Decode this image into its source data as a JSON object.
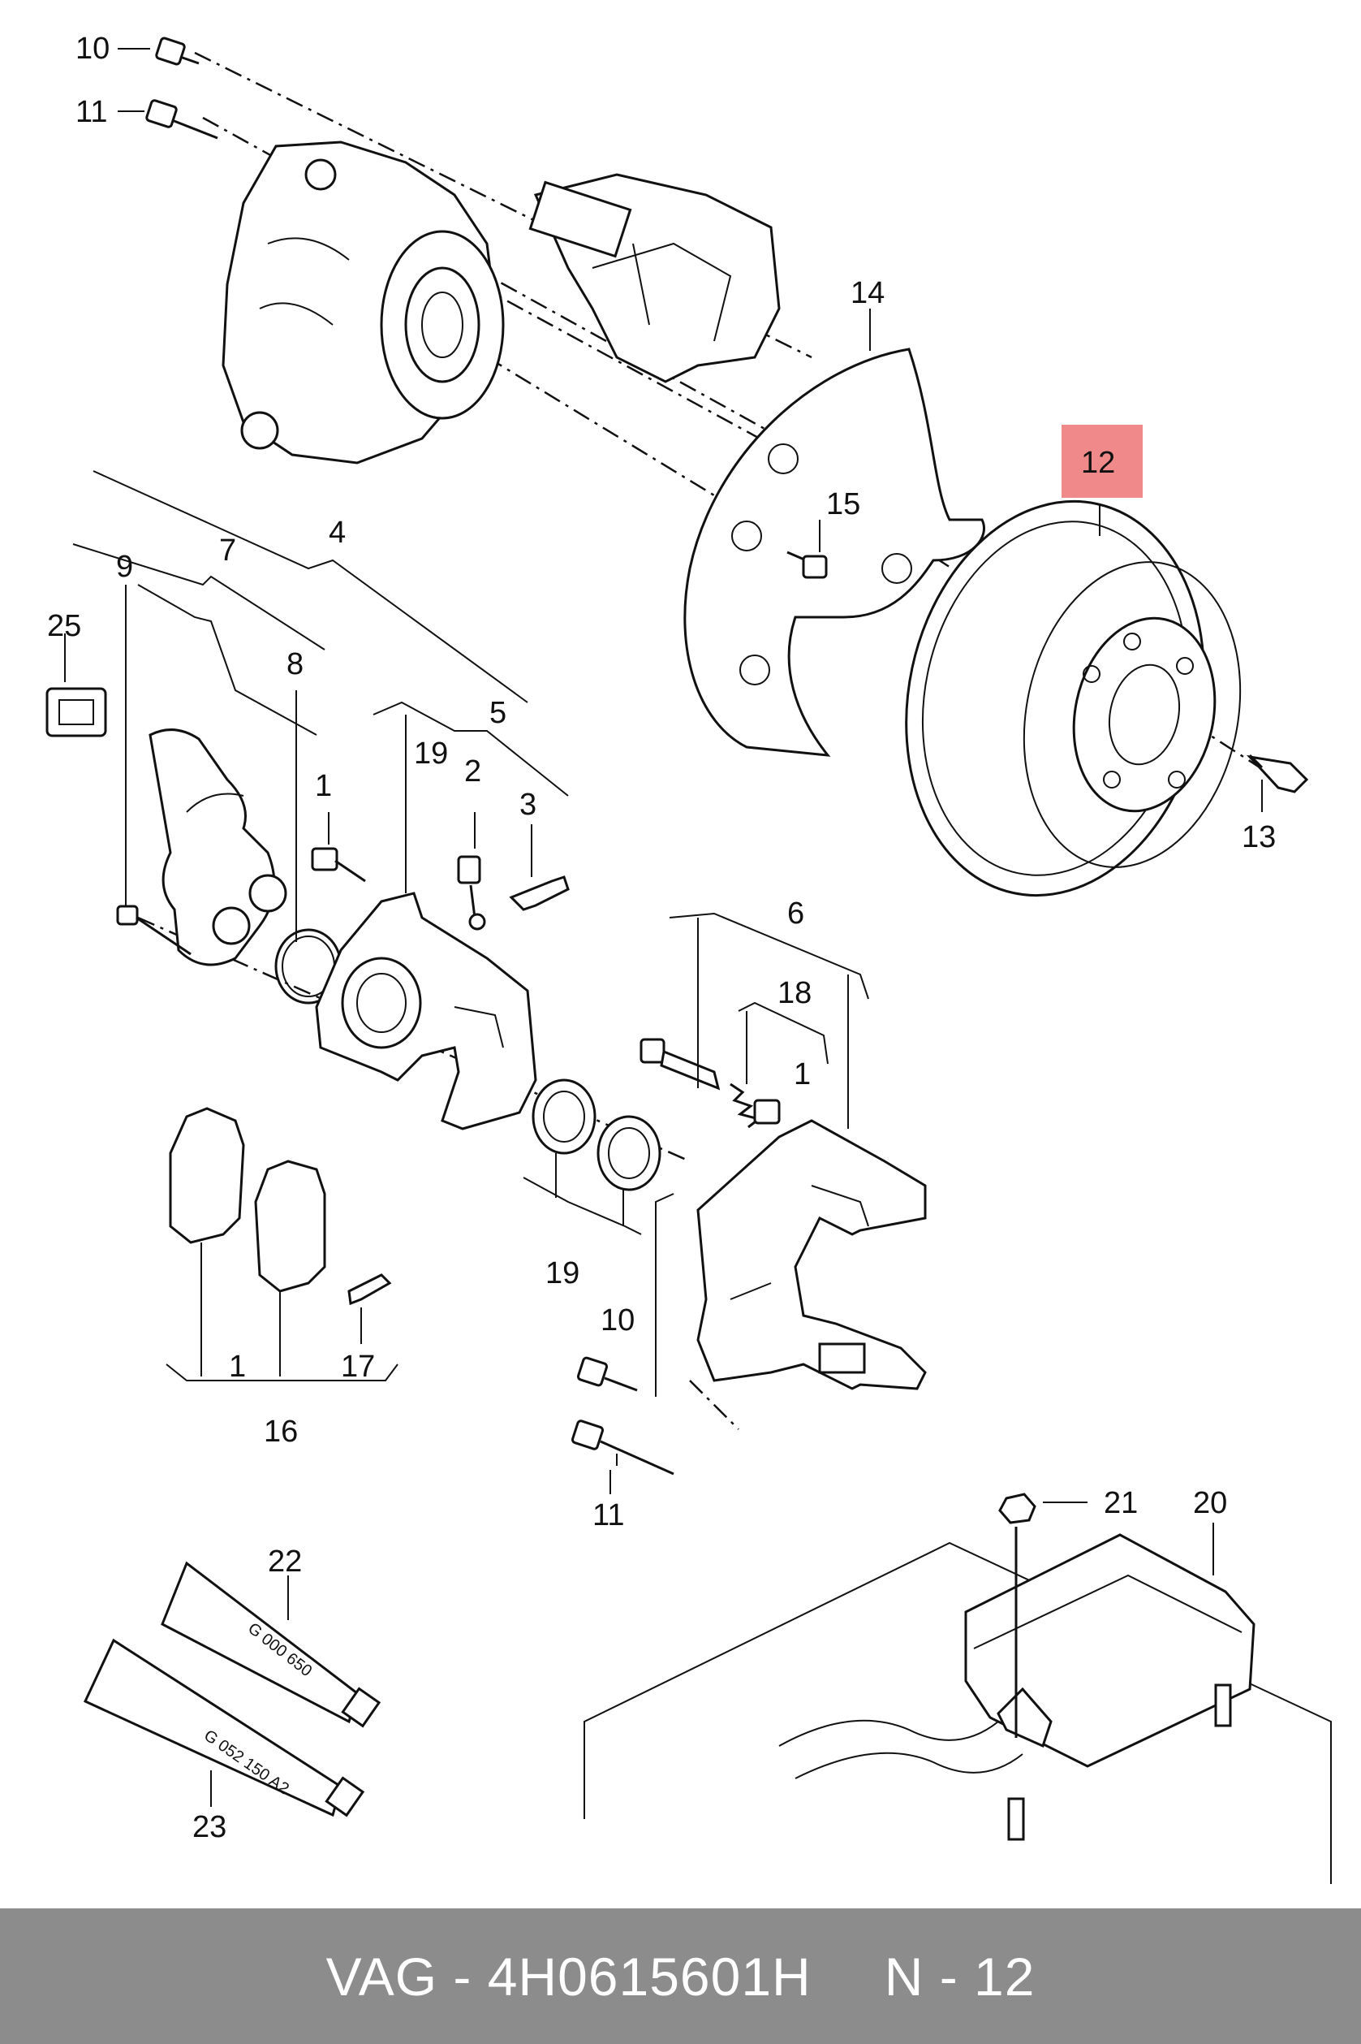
{
  "labels": {
    "l10a": "10",
    "l11a": "11",
    "l14": "14",
    "l12": "12",
    "l15": "15",
    "l4": "4",
    "l7": "7",
    "l9": "9",
    "l25": "25",
    "l8": "8",
    "l5": "5",
    "l19a": "19",
    "l1a": "1",
    "l2": "2",
    "l3": "3",
    "l13": "13",
    "l6": "6",
    "l18": "18",
    "l1b": "1",
    "l19b": "19",
    "l1c": "1",
    "l17": "17",
    "l16": "16",
    "l10b": "10",
    "l11b": "11",
    "l22": "22",
    "l23": "23",
    "l21": "21",
    "l20": "20"
  },
  "tubes": {
    "tube22_code": "G 000 650",
    "tube23_code": "G 052 150 A2"
  },
  "highlight": {
    "part_number": "12",
    "color": "#f08a8a"
  },
  "footer": {
    "brand_part": "VAG - 4H0615601H",
    "position": "N - 12"
  }
}
